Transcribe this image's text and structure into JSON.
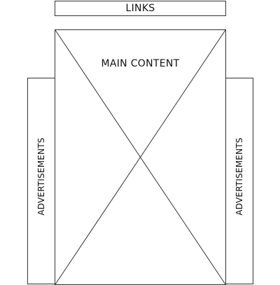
{
  "links": {
    "label": "LINKS"
  },
  "main": {
    "label": "MAIN CONTENT"
  },
  "sidebar_left": {
    "label": "ADVERTISEMENTS"
  },
  "sidebar_right": {
    "label": "ADVERTISEMENTS"
  },
  "colors": {
    "border": "#333333",
    "background": "#ffffff",
    "text": "#111111"
  }
}
